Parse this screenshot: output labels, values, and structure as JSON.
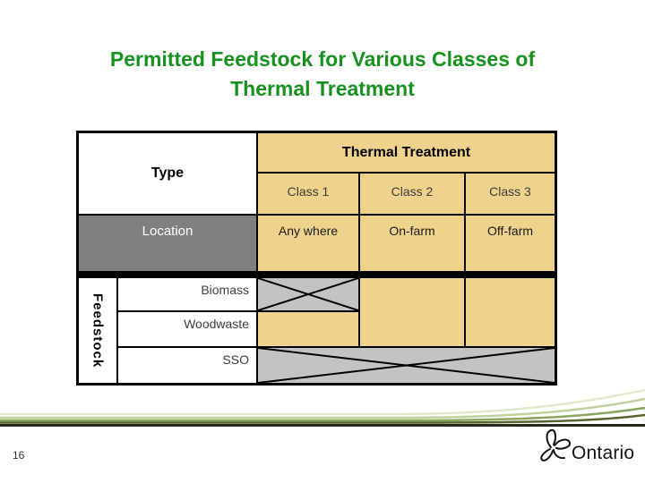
{
  "slide": {
    "title": {
      "line1": "Permitted Feedstock for Various Classes of",
      "line2": "Thermal Treatment"
    }
  },
  "table": {
    "type_label": "Type",
    "header": "Thermal Treatment",
    "columns": [
      "Class 1",
      "Class 2",
      "Class 3"
    ],
    "location_label": "Location",
    "locations": [
      "Any where",
      "On-farm",
      "Off-farm"
    ],
    "group_label": "Feedstock",
    "rows": [
      "Biomass",
      "Woodwaste",
      "SSO"
    ],
    "matrix": [
      {
        "feedstock": "Biomass",
        "class1": "not-permitted",
        "class2": "permitted",
        "class3": "permitted"
      },
      {
        "feedstock": "Woodwaste",
        "class1": "permitted",
        "class2": "permitted",
        "class3": "permitted"
      },
      {
        "feedstock": "SSO",
        "class1": "not-permitted",
        "class2": "not-permitted",
        "class3": "not-permitted"
      }
    ]
  },
  "colors": {
    "title_green": "#17921f",
    "cell_tan": "#efd28c",
    "location_gray": "#808080",
    "blocked_silver": "#c3c3c3",
    "border_black": "#000000"
  },
  "footer": {
    "page_number": "16",
    "logo_text": "Ontario"
  }
}
